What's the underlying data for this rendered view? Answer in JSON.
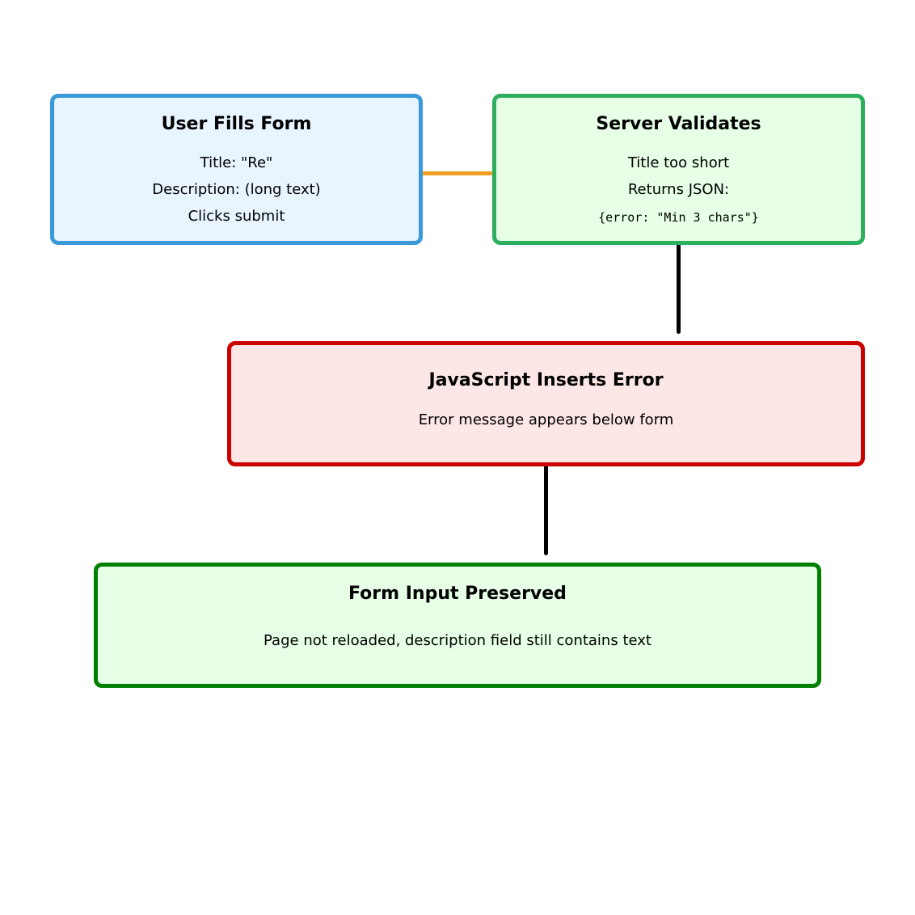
{
  "diagram": {
    "nodes": [
      {
        "id": "user-fills-form",
        "title": "User Fills Form",
        "lines": [
          "Title: \"Re\"",
          "Description: (long text)",
          "Clicks submit"
        ],
        "fill": "#e8f4fe",
        "border": "#3a9ad9"
      },
      {
        "id": "server-validates",
        "title": "Server Validates",
        "lines": [
          "Title too short",
          "Returns JSON:",
          "{error: \"Min 3 chars\"}"
        ],
        "fill": "#e6ffe6",
        "border": "#2eaf5f"
      },
      {
        "id": "javascript-inserts-error",
        "title": "JavaScript Inserts Error",
        "lines": [
          "Error message appears below form"
        ],
        "fill": "#fde6e6",
        "border": "#cc0000"
      },
      {
        "id": "form-input-preserved",
        "title": "Form Input Preserved",
        "lines": [
          "Page not reloaded, description field still contains text"
        ],
        "fill": "#e6ffe6",
        "border": "#008000"
      }
    ],
    "edges": [
      {
        "from": "user-fills-form",
        "to": "server-validates",
        "color": "#f0a020"
      },
      {
        "from": "server-validates",
        "to": "javascript-inserts-error",
        "color": "#000000"
      },
      {
        "from": "javascript-inserts-error",
        "to": "form-input-preserved",
        "color": "#000000"
      }
    ]
  }
}
